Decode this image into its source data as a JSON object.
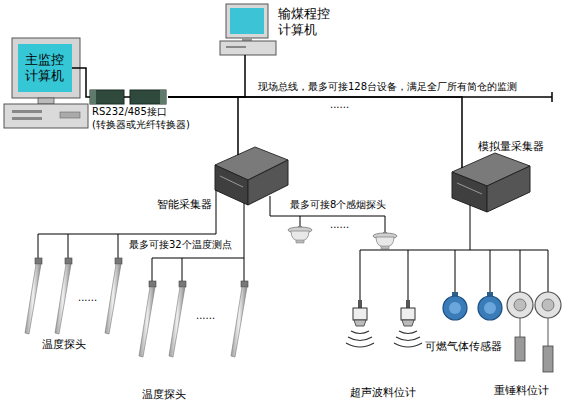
{
  "diagram": {
    "nodes": [
      {
        "text": [
          "主监控 计算机"
        ]
      },
      {
        "text": [
          "输煤程控 计算机"
        ]
      },
      {
        "text": [
          "RS232/485接口",
          "(转换器或光纤转换器)"
        ]
      },
      {
        "text": [
          "智能采集器"
        ]
      },
      {
        "text": [
          "模拟量采集器"
        ]
      }
    ],
    "edges": [
      {
        "from": 0,
        "to": 2,
        "arrow": "none"
      },
      {
        "from": 2,
        "to": 1,
        "arrow": "none"
      },
      {
        "from": 2,
        "to": 3,
        "arrow": "none"
      },
      {
        "from": 2,
        "to": 4,
        "arrow": "none"
      }
    ],
    "labels": [
      "现场总线，最多可接128台设备，满足全厂所有简仓的监测",
      "......",
      "最多可接8个感烟探头",
      "......",
      "最多可接32个温度测点",
      "......",
      "温度探头",
      "......",
      "温度探头",
      "超声波料位计",
      "可燃气体传感器",
      "重锤料位计"
    ]
  }
}
